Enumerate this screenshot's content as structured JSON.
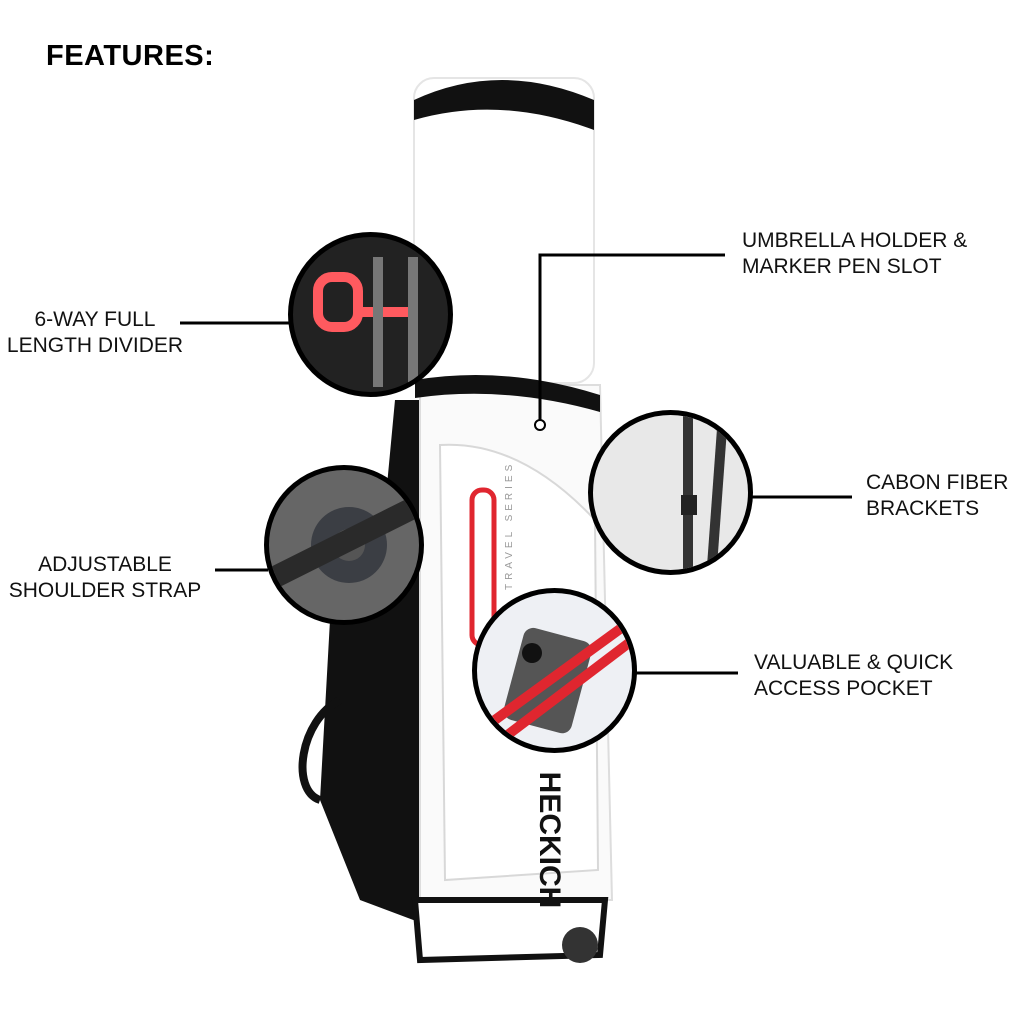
{
  "title": "FEATURES:",
  "features": [
    {
      "line1": "6-WAY FULL",
      "line2": "LENGTH DIVIDER"
    },
    {
      "line1": "UMBRELLA HOLDER &",
      "line2": "MARKER PEN SLOT"
    },
    {
      "line1": "ADJUSTABLE",
      "line2": "SHOULDER STRAP"
    },
    {
      "line1": "CABON FIBER",
      "line2": "BRACKETS"
    },
    {
      "line1": "VALUABLE & QUICK",
      "line2": "ACCESS POCKET"
    }
  ],
  "bag": {
    "series_text": "TRAVEL SERIES",
    "logo_text": "HECKICH"
  },
  "colors": {
    "accent": "#e0262f",
    "bag": "#ffffff",
    "trim": "#111111"
  }
}
